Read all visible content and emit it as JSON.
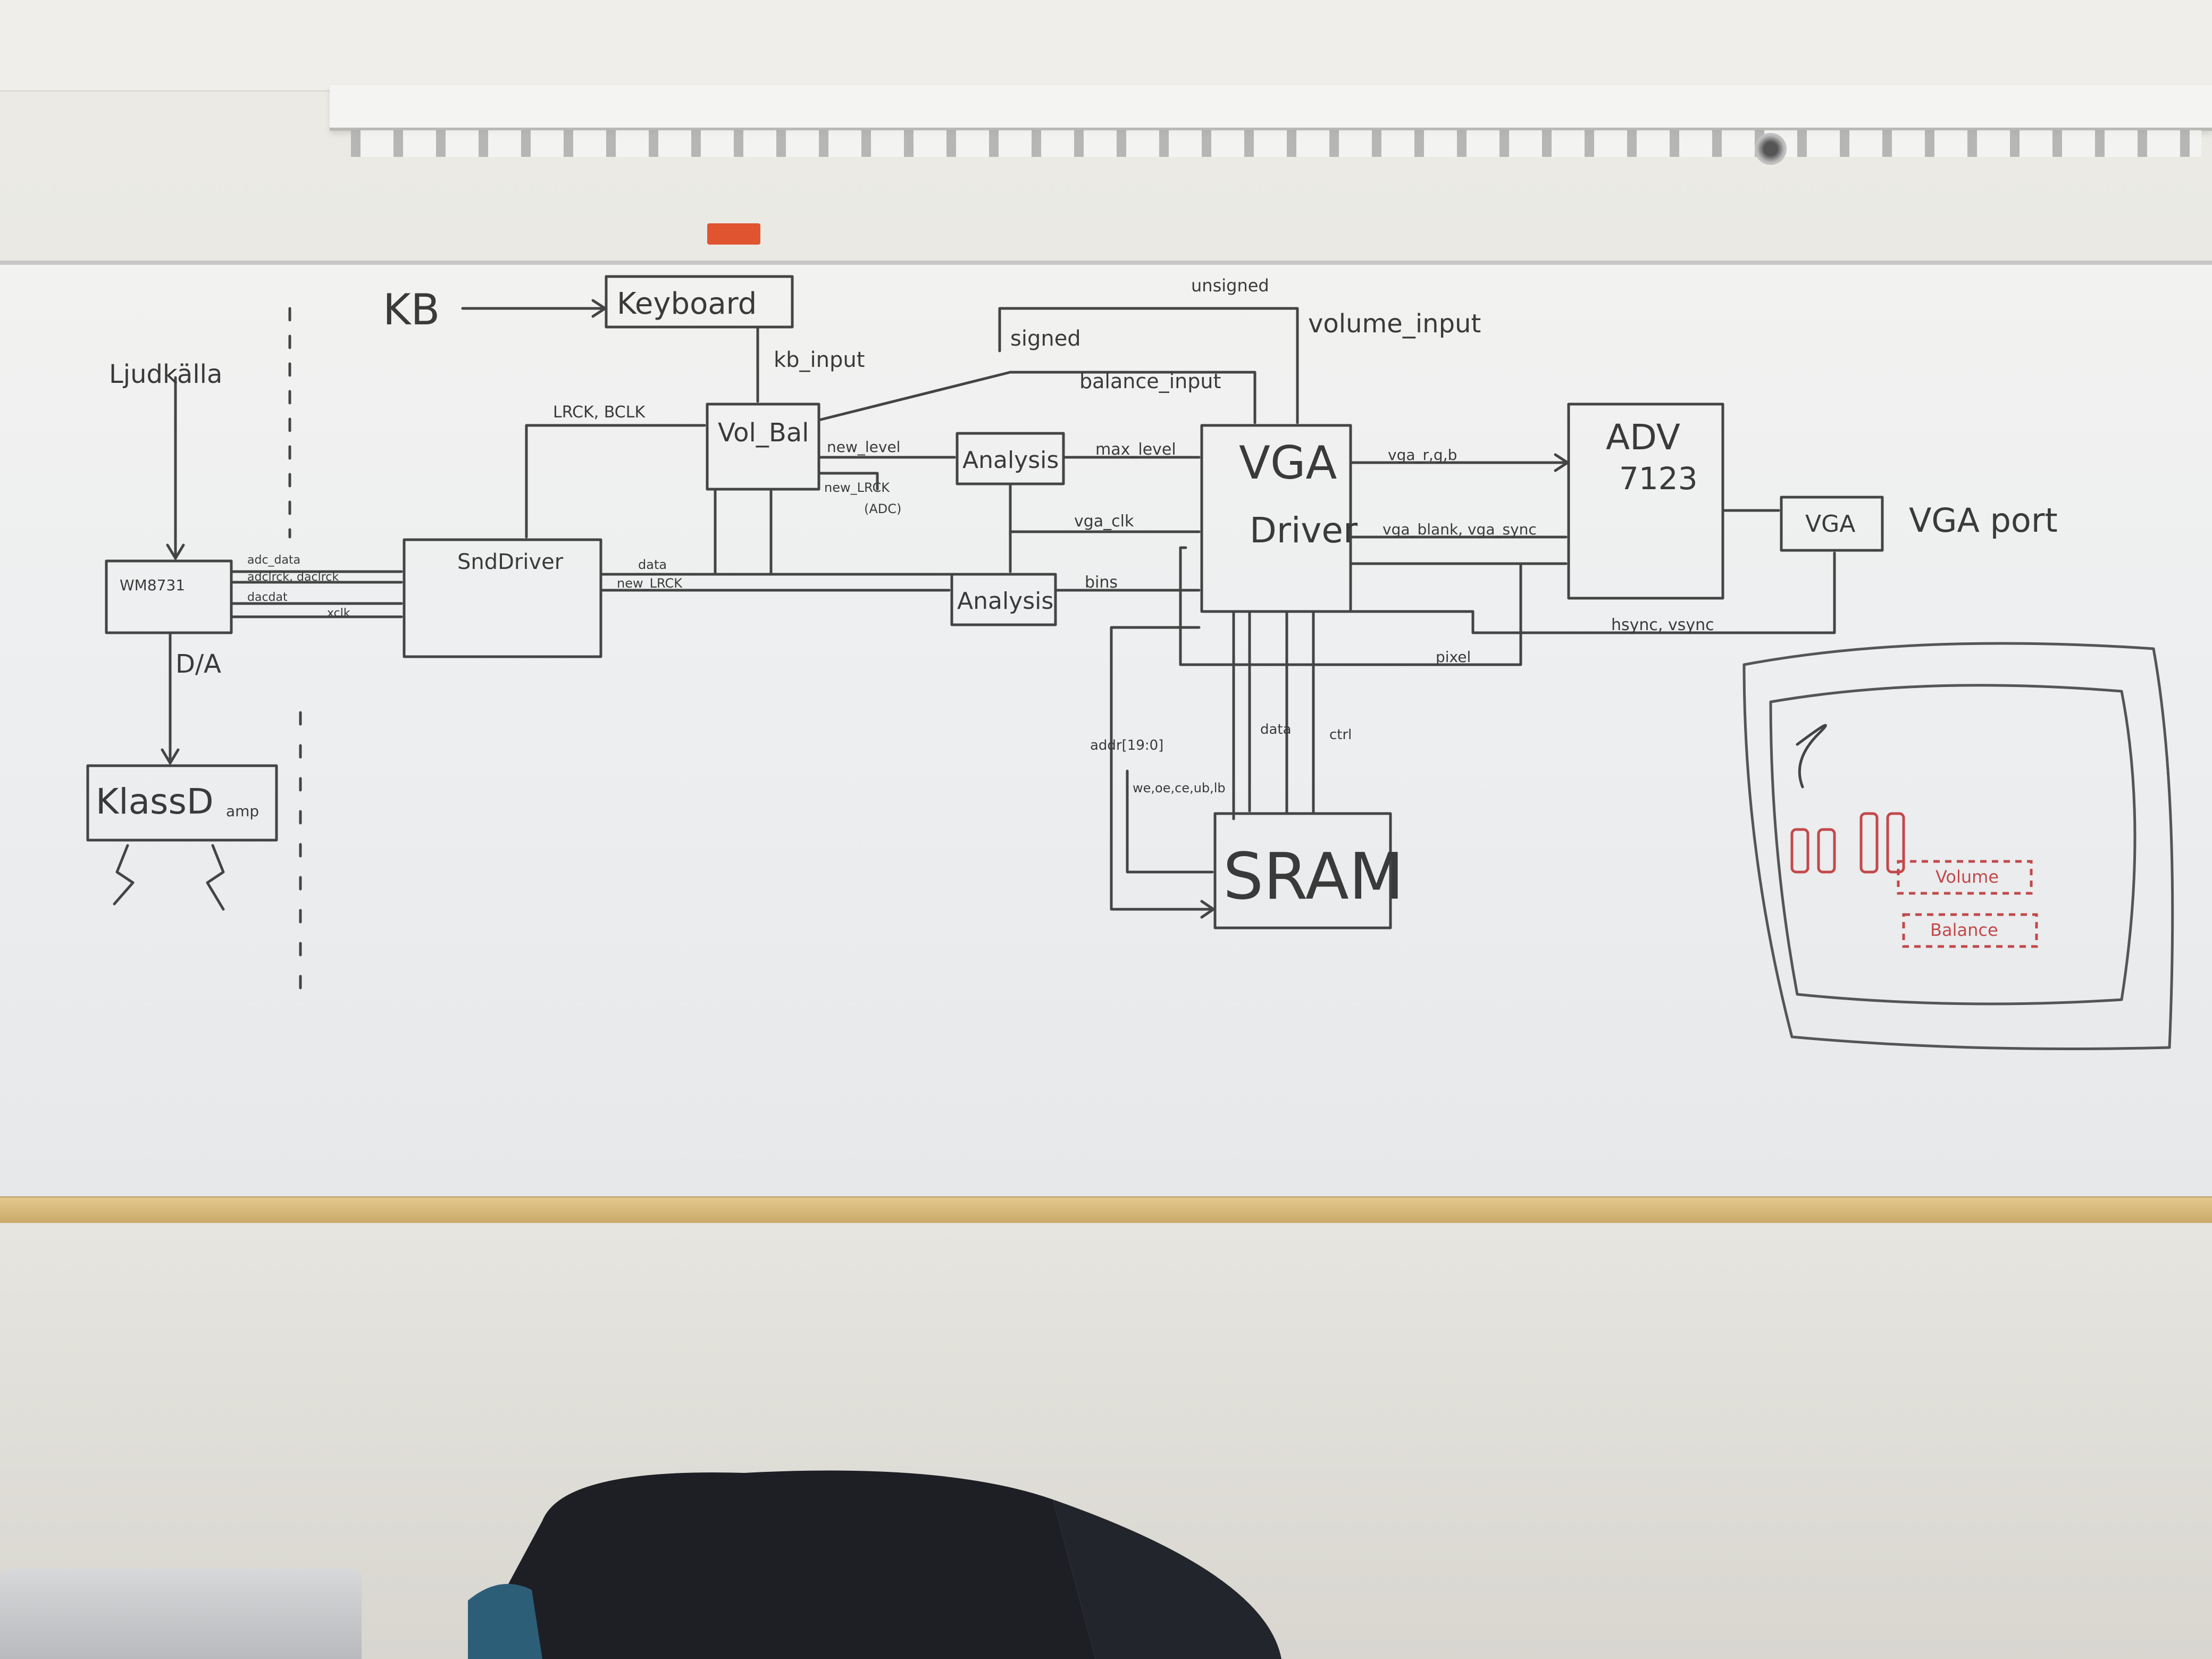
{
  "blocks": {
    "keyboard": "Keyboard",
    "volbal": "Vol_Bal",
    "analysis_top": "Analysis",
    "vga_driver_1": "VGA",
    "vga_driver_2": "Driver",
    "adv_1": "ADV",
    "adv_2": "7123",
    "wm": "WM8731",
    "snddriver": "SndDriver",
    "analysis_bottom": "Analysis",
    "klassd": "KlassD",
    "klassd_amp": "amp",
    "sram": "SRAM",
    "vga_port_box": "VGA",
    "vga_port_label": "VGA port"
  },
  "labels": {
    "kb": "KB",
    "ljudkalla": "Ljudkälla",
    "kb_input": "kb_input",
    "unsigned": "unsigned",
    "signed": "signed",
    "volume_input": "volume_input",
    "balance_input": "balance_input",
    "lrck": "LRCK, BCLK",
    "new_level": "new_level",
    "new_lrck": "new_LRCK",
    "new_lrck_2": "(ADC)",
    "max_level": "max_level",
    "vga_clk": "vga_clk",
    "vga_rgb": "vga_r,g,b",
    "vga_blank": "vga_blank, vga_sync",
    "hsync": "hsync, vsync",
    "vsync": "pixel",
    "da": "D/A",
    "wm_sig1": "adc_data",
    "wm_sig2": "adclrck, daclrck",
    "wm_sig3": "dacdat",
    "wm_sig4": "xclk",
    "snd_out1": "data",
    "snd_out2": "new_LRCK",
    "bins": "bins",
    "addr": "addr[19:0]",
    "we": "we,oe,ce,ub,lb",
    "data_bus": "data",
    "ctrl": "ctrl"
  },
  "screen_sketch": {
    "volume": "Volume",
    "balance": "Balance"
  },
  "colors": {
    "ink": "#3a3a3a",
    "red_ink": "#c3484a",
    "board": "#f0f1f1",
    "tray": "#d8b878"
  }
}
